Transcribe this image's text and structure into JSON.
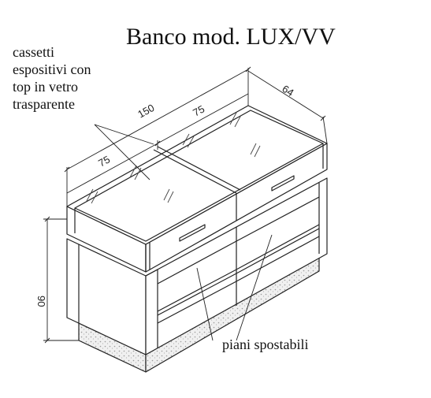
{
  "title": "Banco mod. LUX/VV",
  "callout_drawers": [
    "cassetti",
    "espositivi con",
    "top in vetro",
    "trasparente"
  ],
  "callout_shelves": "piani spostabili",
  "dimensions": {
    "total_width": "150",
    "drawer_width_left": "75",
    "drawer_width_right": "75",
    "depth": "64",
    "height": "90"
  }
}
